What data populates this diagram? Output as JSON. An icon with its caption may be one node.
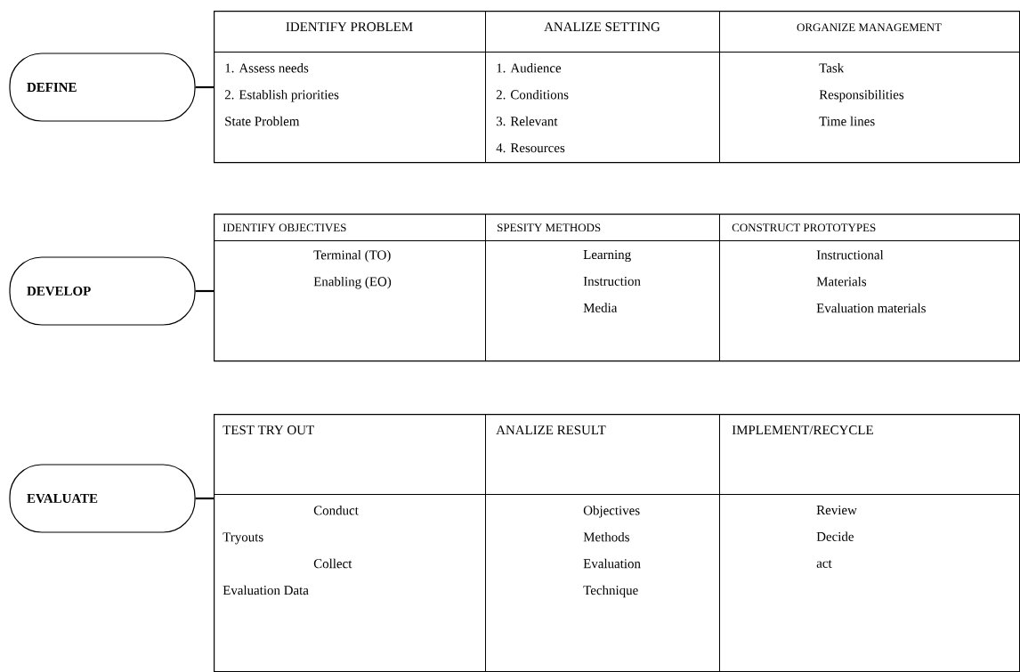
{
  "diagram": {
    "nodes": [
      {
        "text": [
          "DEFINE"
        ]
      },
      {
        "text": [],
        "shape": "box"
      },
      {
        "text": [
          "IDENTIFY PROBLEM"
        ],
        "in": 1
      },
      {
        "text": [
          "ANALIZE SETTING"
        ],
        "in": 1
      },
      {
        "text": [
          "ORGANIZE MANAGEMENT"
        ],
        "in": 1
      },
      {
        "text": [
          "1. Assess needs",
          "2. Establish priorities",
          "State Problem"
        ],
        "in": 1
      },
      {
        "text": [
          "1. Audience",
          "2. Conditions",
          "3. Relevant",
          "4. Resources"
        ],
        "in": 1
      },
      {
        "text": [
          "Task",
          "Responsibilities",
          "Time lines"
        ],
        "in": 1
      },
      {
        "text": [
          "DEVELOP"
        ]
      },
      {
        "text": [],
        "shape": "box"
      },
      {
        "text": [
          "IDENTIFY OBJECTIVES"
        ],
        "in": 9
      },
      {
        "text": [
          "SPESITY METHODS"
        ],
        "in": 9
      },
      {
        "text": [
          "CONSTRUCT PROTOTYPES"
        ],
        "in": 9
      },
      {
        "text": [
          "Terminal (TO)",
          "Enabling (EO)"
        ],
        "in": 9
      },
      {
        "text": [
          "Learning",
          "Instruction",
          "Media"
        ],
        "in": 9
      },
      {
        "text": [
          "Instructional",
          "Materials",
          "Evaluation materials"
        ],
        "in": 9
      },
      {
        "text": [
          "EVALUATE"
        ]
      },
      {
        "text": [],
        "shape": "box"
      },
      {
        "text": [
          "TEST TRY OUT"
        ],
        "in": 17
      },
      {
        "text": [
          "ANALIZE RESULT"
        ],
        "in": 17
      },
      {
        "text": [
          "IMPLEMENT/RECYCLE"
        ],
        "in": 17
      },
      {
        "text": [
          "Conduct Tryouts",
          "Collect Evaluation Data"
        ],
        "in": 17
      },
      {
        "text": [
          "Objectives",
          "Methods",
          "Evaluation",
          "Technique"
        ],
        "in": 17
      },
      {
        "text": [
          "Review",
          "Decide",
          "act"
        ],
        "in": 17
      }
    ],
    "edges": [
      {
        "from": 0,
        "to": 1,
        "arrow": "none"
      },
      {
        "from": 8,
        "to": 9,
        "arrow": "none"
      },
      {
        "from": 16,
        "to": 17,
        "arrow": "none"
      }
    ]
  }
}
